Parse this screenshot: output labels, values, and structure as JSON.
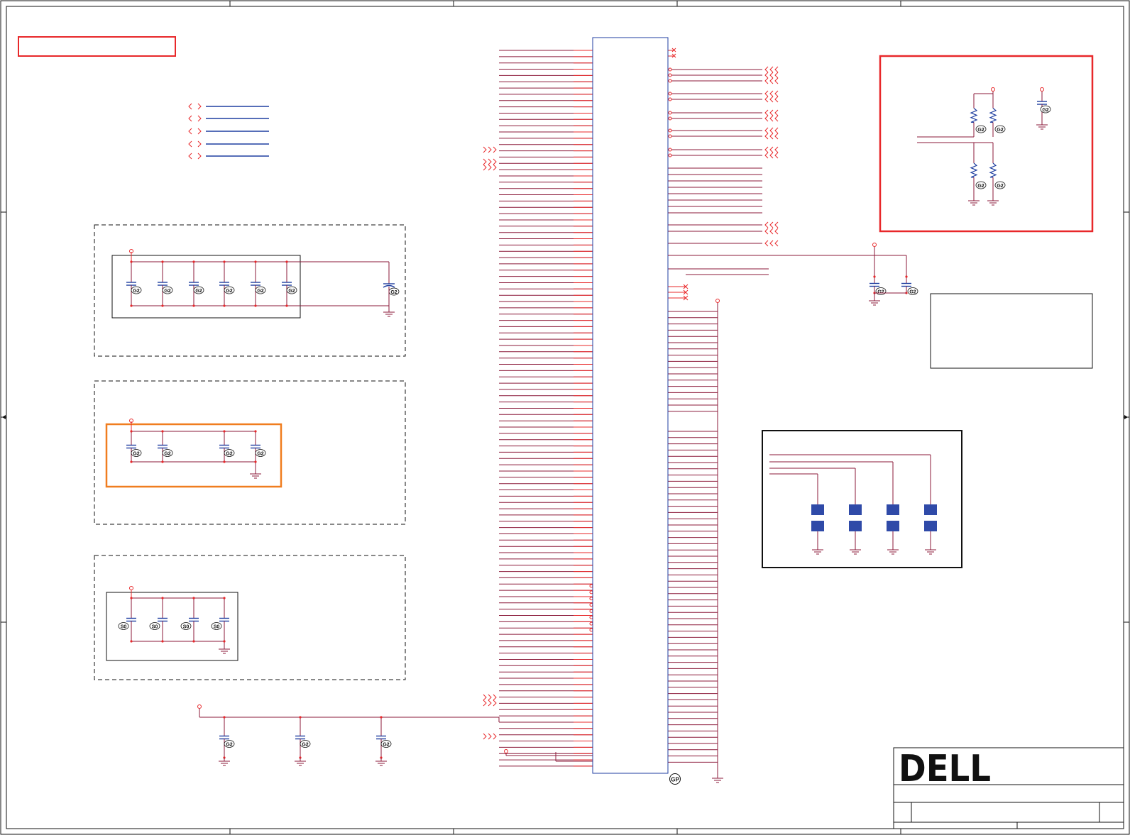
{
  "logo": {
    "text": "DELL"
  },
  "gp_badge": "GP",
  "cap_mark_a": "G2",
  "cap_mark_b": "S0",
  "colors": {
    "wire_red": "#e8282a",
    "wire_dark": "#8b1a3a",
    "bus_blue": "#1f3ea0",
    "highlight_red": "#e8282a",
    "highlight_orange": "#f07d1f",
    "pad_blue": "#2f4aa8",
    "ink": "#111111"
  }
}
